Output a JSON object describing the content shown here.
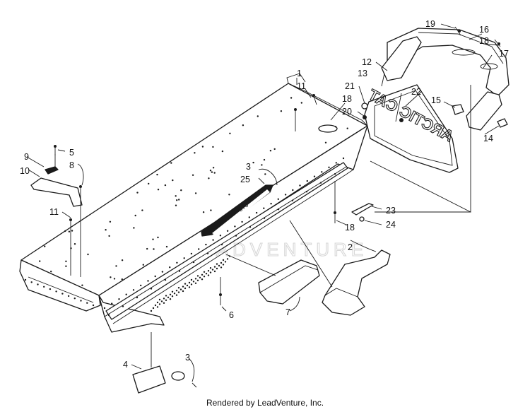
{
  "diagram": {
    "watermark": "LEADVENTURE",
    "hood_brand_text": "ARCTIC CAT",
    "badge_text": "570",
    "callouts": [
      "1",
      "2",
      "3",
      "3",
      "4",
      "5",
      "6",
      "7",
      "8",
      "9",
      "10",
      "11",
      "11",
      "12",
      "13",
      "14",
      "15",
      "16",
      "17",
      "18",
      "18",
      "18",
      "19",
      "20",
      "21",
      "22",
      "23",
      "24",
      "25"
    ]
  },
  "footer": {
    "text": "Rendered by LeadVenture, Inc."
  }
}
